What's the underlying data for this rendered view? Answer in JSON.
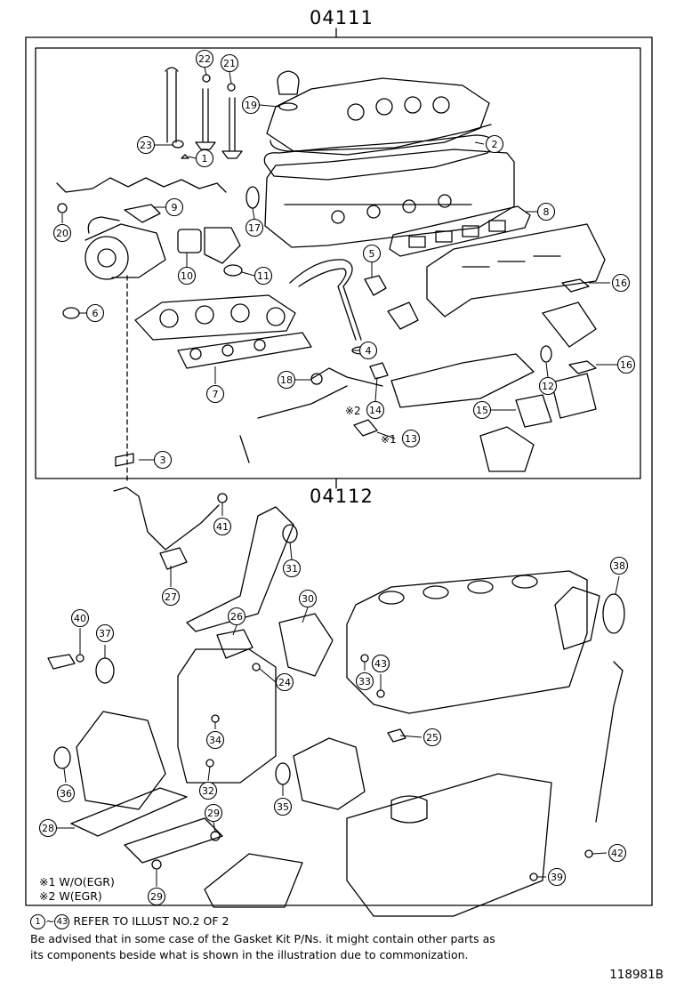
{
  "titles": {
    "upper": "04111",
    "lower": "04112"
  },
  "callouts": [
    "1",
    "2",
    "3",
    "4",
    "5",
    "6",
    "7",
    "8",
    "9",
    "10",
    "11",
    "12",
    "13",
    "14",
    "15",
    "16",
    "16",
    "17",
    "18",
    "19",
    "20",
    "21",
    "22",
    "23",
    "24",
    "25",
    "26",
    "27",
    "28",
    "29",
    "29",
    "30",
    "31",
    "32",
    "33",
    "33",
    "34",
    "35",
    "36",
    "37",
    "38",
    "39",
    "40",
    "41",
    "42",
    "43"
  ],
  "notes": {
    "prefix_callouts": [
      "※1",
      "※2"
    ],
    "legend1": "※1 W/O(EGR)",
    "legend2": "※2 W(EGR)",
    "range_start": "1",
    "range_tilde": "~",
    "range_end": "43",
    "refer": "REFER TO ILLUST NO.2 OF 2",
    "advice_line1": "Be advised that in some case of the Gasket Kit P/Ns.  it might contain other parts as",
    "advice_line2": "its components beside what is shown in the illustration due to commonization."
  },
  "illustration_code": "118981B"
}
